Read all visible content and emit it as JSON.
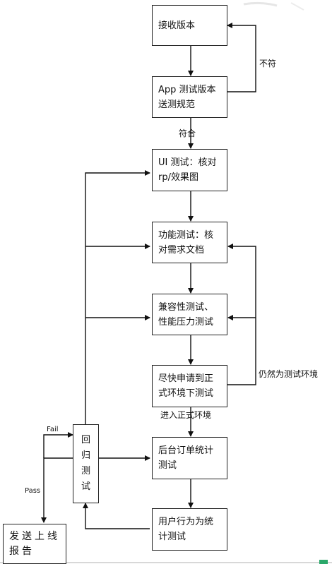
{
  "nodes": {
    "receive": "接收版本",
    "spec": "App  测试版本送测规范",
    "ui": "UI 测试：核对rp/效果图",
    "func": "功能测试：核对需求文档",
    "compat": "兼容性测试、性能压力测试",
    "apply": "尽快申请到正式环境下测试",
    "regress": "回归测试",
    "backend": "后台订单统计测试",
    "behavior": "用户行为为统计测试",
    "report": "发送上线报告"
  },
  "edges": {
    "not_match": "不符",
    "match": "符合",
    "still_test_env": "仍然为测试环境",
    "enter_prod": "进入正式环境",
    "fail": "Fail",
    "pass": "Pass"
  }
}
